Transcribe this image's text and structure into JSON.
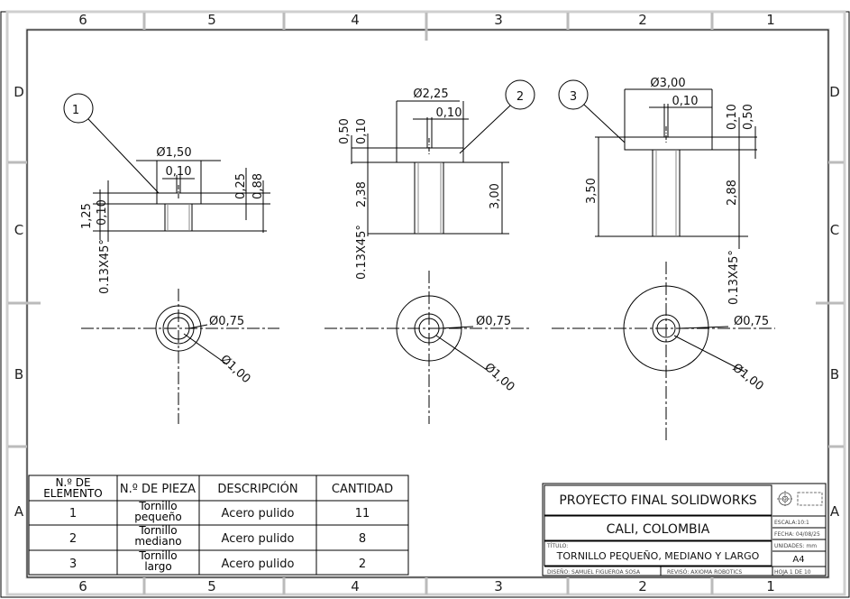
{
  "zones": {
    "columns": [
      "6",
      "5",
      "4",
      "3",
      "2",
      "1"
    ],
    "rows": [
      "D",
      "C",
      "B",
      "A"
    ]
  },
  "views": {
    "small": {
      "balloon": "1",
      "dims": [
        "Ø1,50",
        "0,10",
        "0,25",
        "0,88",
        "1,25",
        "0,10",
        "0.13X45°",
        "Ø0,75",
        "Ø1,00"
      ]
    },
    "medium": {
      "balloon": "2",
      "dims": [
        "Ø2,25",
        "0,10",
        "0,50",
        "0,10",
        "2,38",
        "0.13X45°",
        "3,00",
        "Ø0,75",
        "Ø1,00"
      ]
    },
    "large": {
      "balloon": "3",
      "dims": [
        "Ø3,00",
        "0,10",
        "0,10",
        "0,50",
        "3,50",
        "2,88",
        "0.13X45°",
        "Ø0,75",
        "Ø1,00"
      ]
    }
  },
  "bom": {
    "headers": [
      "N.º DE ELEMENTO",
      "N.º DE PIEZA",
      "DESCRIPCIÓN",
      "CANTIDAD"
    ],
    "rows": [
      [
        "1",
        "Tornillo pequeño",
        "Acero pulido",
        "11"
      ],
      [
        "2",
        "Tornillo mediano",
        "Acero pulido",
        "8"
      ],
      [
        "3",
        "Tornillo largo",
        "Acero pulido",
        "2"
      ]
    ]
  },
  "title_block": {
    "project": "PROYECTO FINAL SOLIDWORKS",
    "location": "CALI, COLOMBIA",
    "title_label": "TÍTULO:",
    "title": "TORNILLO PEQUEÑO, MEDIANO Y LARGO",
    "scale": "ESCALA:10:1",
    "date": "FECHA: 04/08/25",
    "units": "UNIDADES: mm",
    "size": "A4",
    "sheet": "HOJA 1 DE 10",
    "designer": "DISEÑO: SAMUEL FIGUEROA SOSA",
    "reviewer": "REVISÓ: AXIOMA ROBOTICS"
  }
}
